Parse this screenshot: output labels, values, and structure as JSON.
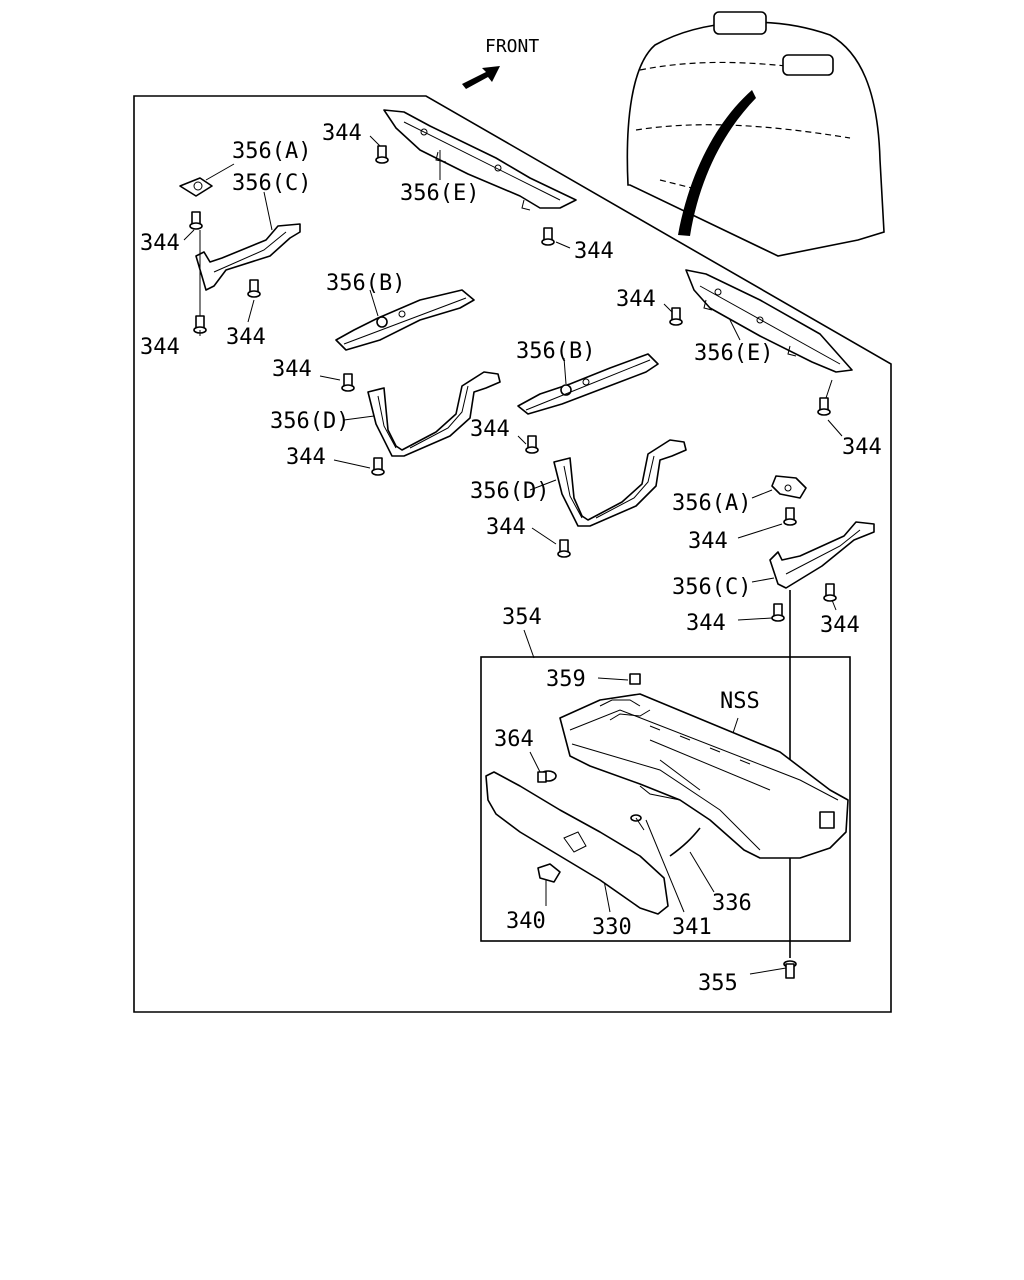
{
  "front_label": "FRONT",
  "labels": {
    "l1": "356(A)",
    "l2": "356(C)",
    "l3": "344",
    "l4": "344",
    "l5": "344",
    "l6": "344",
    "l7": "356(E)",
    "l8": "344",
    "l9": "356(B)",
    "l10": "344",
    "l11": "356(D)",
    "l12": "344",
    "l13": "344",
    "l14": "356(E)",
    "l15": "356(B)",
    "l16": "344",
    "l17": "344",
    "l18": "356(D)",
    "l19": "344",
    "l20": "356(A)",
    "l21": "344",
    "l22": "356(C)",
    "l23": "344",
    "l24": "344",
    "l25": "354",
    "l26": "359",
    "l27": "NSS",
    "l28": "364",
    "l29": "336",
    "l30": "340",
    "l31": "330",
    "l32": "341",
    "l33": "355"
  }
}
